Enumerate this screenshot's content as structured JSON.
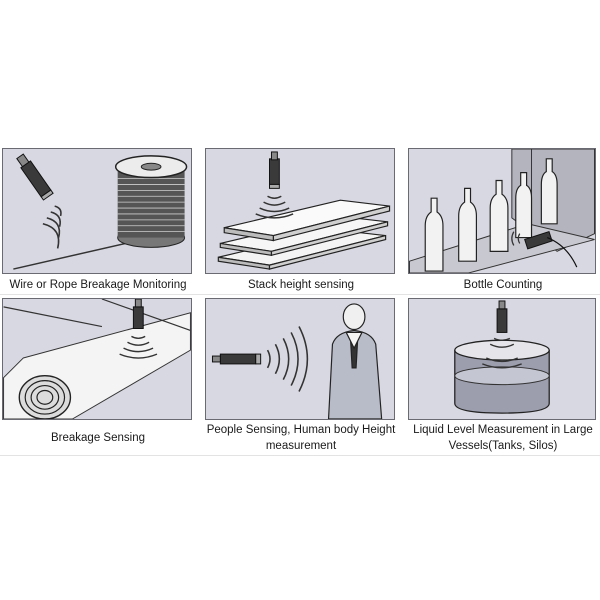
{
  "panels": [
    {
      "caption": "Wire or Rope Breakage Monitoring",
      "illustration": "sensor-over-wire-spool"
    },
    {
      "caption": "Stack height sensing",
      "illustration": "sensor-over-stacked-boards"
    },
    {
      "caption": "Bottle Counting",
      "illustration": "sensor-beside-bottles"
    },
    {
      "caption": "Breakage Sensing",
      "illustration": "sensor-over-paper-roll"
    },
    {
      "caption": "People Sensing, Human body Height measurement",
      "illustration": "sensor-aimed-at-person"
    },
    {
      "caption": "Liquid Level Measurement in Large Vessels(Tanks, Silos)",
      "illustration": "sensor-over-liquid-tank"
    }
  ],
  "colors": {
    "panel_bg": "#d8d8e2",
    "panel_border": "#6a6a72",
    "ink": "#2a2a2a"
  }
}
